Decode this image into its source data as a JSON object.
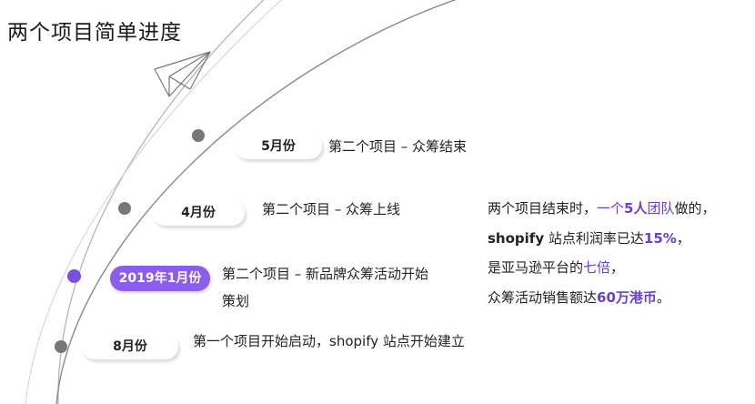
{
  "title": "两个项目简单进度",
  "colors": {
    "accent": "#8a5cf0",
    "highlight": "#6a3fd6",
    "dot": "#777777"
  },
  "icons": {
    "decoration": "paper-plane-icon"
  },
  "timeline": [
    {
      "date": "5月份",
      "event": "第二个项目 – 众筹结束",
      "active": false
    },
    {
      "date": "4月份",
      "event": "第二个项目 – 众筹上线",
      "active": false
    },
    {
      "date": "2019年1月份",
      "event": "第二个项目 – 新品牌众筹活动开始策划",
      "active": true
    },
    {
      "date": "8月份",
      "event": "第一个项目开始启动，shopify 站点开始建立",
      "active": false
    }
  ],
  "summary": {
    "line1": {
      "a": "两个项目结束时，",
      "b": "一个",
      "c": "5人",
      "d": "团队",
      "e": "做的，"
    },
    "line2": {
      "a": "shopify",
      "b": " 站点利润率已达",
      "c": "15%",
      "d": "，"
    },
    "line3": {
      "a": "是亚马逊平台的",
      "b": "七倍",
      "c": "，"
    },
    "line4": {
      "a": "众筹活动销售额达",
      "b": "60万港币",
      "c": "。"
    }
  }
}
